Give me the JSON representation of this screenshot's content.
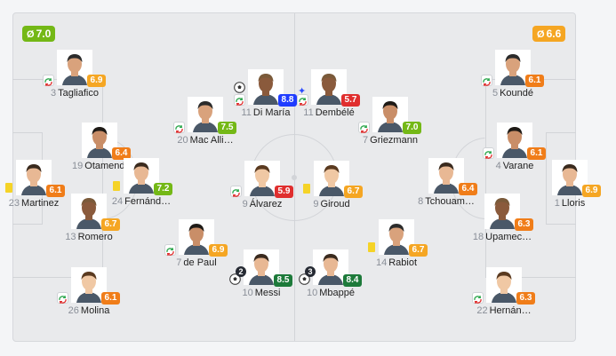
{
  "home": {
    "avg_rating": "7.0",
    "color": "#74b816",
    "players": [
      {
        "id": "martinez",
        "num": "23",
        "name": "Martinez",
        "rating": "6.1",
        "color": "#f07d19",
        "sub": false,
        "yellow": true
      },
      {
        "id": "tagliafico",
        "num": "3",
        "name": "Tagliafico",
        "rating": "6.9",
        "color": "#f5a623",
        "sub": true
      },
      {
        "id": "otamendi",
        "num": "19",
        "name": "Otamendi",
        "rating": "6.4",
        "color": "#f07d19",
        "sub": false
      },
      {
        "id": "romero",
        "num": "13",
        "name": "Romero",
        "rating": "6.7",
        "color": "#f5a623",
        "sub": false
      },
      {
        "id": "molina",
        "num": "26",
        "name": "Molina",
        "rating": "6.1",
        "color": "#f07d19",
        "sub": true
      },
      {
        "id": "fernandez",
        "num": "24",
        "name": "Fernánd…",
        "rating": "7.2",
        "color": "#74b816",
        "yellow": true
      },
      {
        "id": "macallister",
        "num": "20",
        "name": "Mac Alli…",
        "rating": "7.5",
        "color": "#74b816",
        "sub": true
      },
      {
        "id": "depaul",
        "num": "7",
        "name": "de Paul",
        "rating": "6.9",
        "color": "#f5a623",
        "sub": true
      },
      {
        "id": "dimaria",
        "num": "11",
        "name": "Di María",
        "rating": "8.8",
        "color": "#1f3cff",
        "sub": true,
        "ball": true,
        "star": true
      },
      {
        "id": "alvarez",
        "num": "9",
        "name": "Álvarez",
        "rating": "5.9",
        "color": "#e02e2e",
        "sub": true
      },
      {
        "id": "messi",
        "num": "10",
        "name": "Messi",
        "rating": "8.5",
        "color": "#1d7a3a",
        "ball": true,
        "goals": "2"
      }
    ]
  },
  "away": {
    "avg_rating": "6.6",
    "color": "#f5a623",
    "players": [
      {
        "id": "lloris",
        "num": "1",
        "name": "Lloris",
        "rating": "6.9",
        "color": "#f5a623"
      },
      {
        "id": "kounde",
        "num": "5",
        "name": "Koundé",
        "rating": "6.1",
        "color": "#f07d19",
        "sub": true
      },
      {
        "id": "varane",
        "num": "4",
        "name": "Varane",
        "rating": "6.1",
        "color": "#f07d19",
        "sub": true
      },
      {
        "id": "upamecano",
        "num": "18",
        "name": "Upamec…",
        "rating": "6.3",
        "color": "#f07d19"
      },
      {
        "id": "hernandez",
        "num": "22",
        "name": "Hernán…",
        "rating": "6.3",
        "color": "#f07d19",
        "sub": true
      },
      {
        "id": "tchouameni",
        "num": "8",
        "name": "Tchouam…",
        "rating": "6.4",
        "color": "#f07d19"
      },
      {
        "id": "rabiot",
        "num": "14",
        "name": "Rabiot",
        "rating": "6.7",
        "color": "#f5a623",
        "yellow": true
      },
      {
        "id": "griezmann",
        "num": "7",
        "name": "Griezmann",
        "rating": "7.0",
        "color": "#74b816",
        "sub": true
      },
      {
        "id": "dembele",
        "num": "11",
        "name": "Dembélé",
        "rating": "5.7",
        "color": "#e02e2e",
        "sub": true
      },
      {
        "id": "giroud",
        "num": "9",
        "name": "Giroud",
        "rating": "6.7",
        "color": "#f5a623",
        "yellow": true
      },
      {
        "id": "mbappe",
        "num": "10",
        "name": "Mbappé",
        "rating": "8.4",
        "color": "#1d7a3a",
        "ball": true,
        "goals": "3"
      }
    ]
  }
}
